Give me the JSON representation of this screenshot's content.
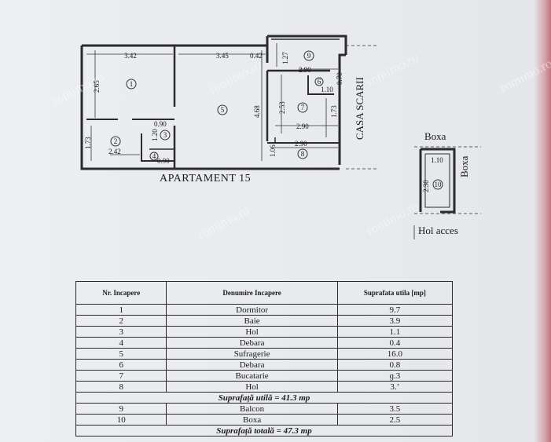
{
  "plan": {
    "title": "APARTAMENT 15",
    "stair_label": "CASA SCARII",
    "storage_label_top": "Boxa",
    "storage_label_side": "Boxa",
    "access_label": "Hol acces",
    "dimensions": {
      "d_342": "3.42",
      "d_345": "3.45",
      "d_042": "0.42",
      "d_127": "1.27",
      "d_265": "2.65",
      "d_468": "4.68",
      "d_090": "0.90",
      "d_173a": "1.73",
      "d_242": "2.42",
      "d_070": "0.70",
      "d_110b": "1.10",
      "d_253": "2.53",
      "d_290a": "2.90",
      "d_173b": "1.73",
      "d_290b": "2.90",
      "d_290c": "2.90",
      "d_106": "1.06",
      "d_120": "1.20",
      "d_090b": "0.90",
      "d_110": "1.10",
      "d_230": "2.30"
    },
    "room_numbers": [
      "1",
      "2",
      "3",
      "4",
      "5",
      "6",
      "7",
      "8",
      "9",
      "10"
    ],
    "watermark": "romimo.ro"
  },
  "table": {
    "headers": [
      "Nr. Incapere",
      "Denumire Incapere",
      "Suprafata utila [mp]"
    ],
    "rows_a": [
      {
        "nr": "1",
        "name": "Dormitor",
        "area": "9.7"
      },
      {
        "nr": "2",
        "name": "Baie",
        "area": "3.9"
      },
      {
        "nr": "3",
        "name": "Hol",
        "area": "1.1"
      },
      {
        "nr": "4",
        "name": "Debara",
        "area": "0.4"
      },
      {
        "nr": "5",
        "name": "Sufragerie",
        "area": "16.0"
      },
      {
        "nr": "6",
        "name": "Debara",
        "area": "0.8"
      },
      {
        "nr": "7",
        "name": "Bucatarie",
        "area": "ɡ.3"
      },
      {
        "nr": "8",
        "name": "Hol",
        "area": "3.ʼ"
      }
    ],
    "summary_useful": "Suprafață utilă  =  41.3 mp",
    "rows_b": [
      {
        "nr": "9",
        "name": "Balcon",
        "area": "3.5"
      },
      {
        "nr": "10",
        "name": "Boxa",
        "area": "2.5"
      }
    ],
    "summary_total": "Suprafață totală  =  47.3 mp"
  }
}
